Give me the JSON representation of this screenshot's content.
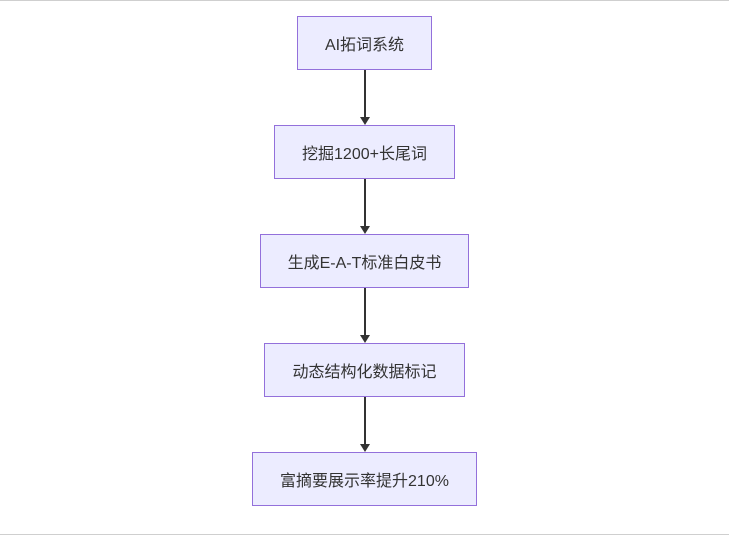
{
  "diagram": {
    "type": "flowchart",
    "direction": "top-down",
    "nodes": [
      {
        "id": "A",
        "label": "AI拓词系统"
      },
      {
        "id": "B",
        "label": "挖掘1200+长尾词"
      },
      {
        "id": "C",
        "label": "生成E-A-T标准白皮书"
      },
      {
        "id": "D",
        "label": "动态结构化数据标记"
      },
      {
        "id": "E",
        "label": "富摘要展示率提升210%"
      }
    ],
    "edges": [
      {
        "from": "A",
        "to": "B"
      },
      {
        "from": "B",
        "to": "C"
      },
      {
        "from": "C",
        "to": "D"
      },
      {
        "from": "D",
        "to": "E"
      }
    ],
    "colors": {
      "node_fill": "#ececff",
      "node_border": "#9370db",
      "arrow": "#333333",
      "text": "#333333",
      "background": "#ffffff"
    }
  }
}
